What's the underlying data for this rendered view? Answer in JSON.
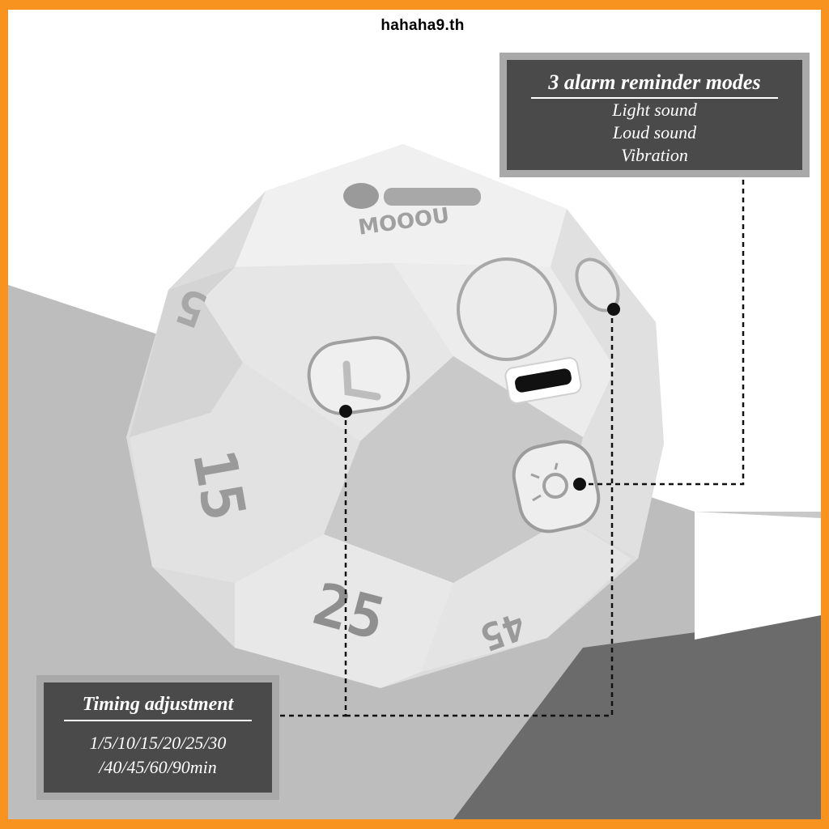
{
  "watermark": "hahaha9.th",
  "callouts": {
    "alarm": {
      "title": "3 alarm reminder modes",
      "modes": [
        "Light sound",
        "Loud sound",
        "Vibration"
      ]
    },
    "timing": {
      "title": "Timing adjustment",
      "range_line1": "1/5/10/15/20/25/30",
      "range_line2": "/40/45/60/90min"
    }
  },
  "product": {
    "brand": "MOOOU",
    "face_numbers": [
      "5",
      "15",
      "25",
      "45"
    ]
  },
  "colors": {
    "border": "#f7931e",
    "callout_bg": "#4a4a4a",
    "callout_border": "#a9a9a9"
  }
}
